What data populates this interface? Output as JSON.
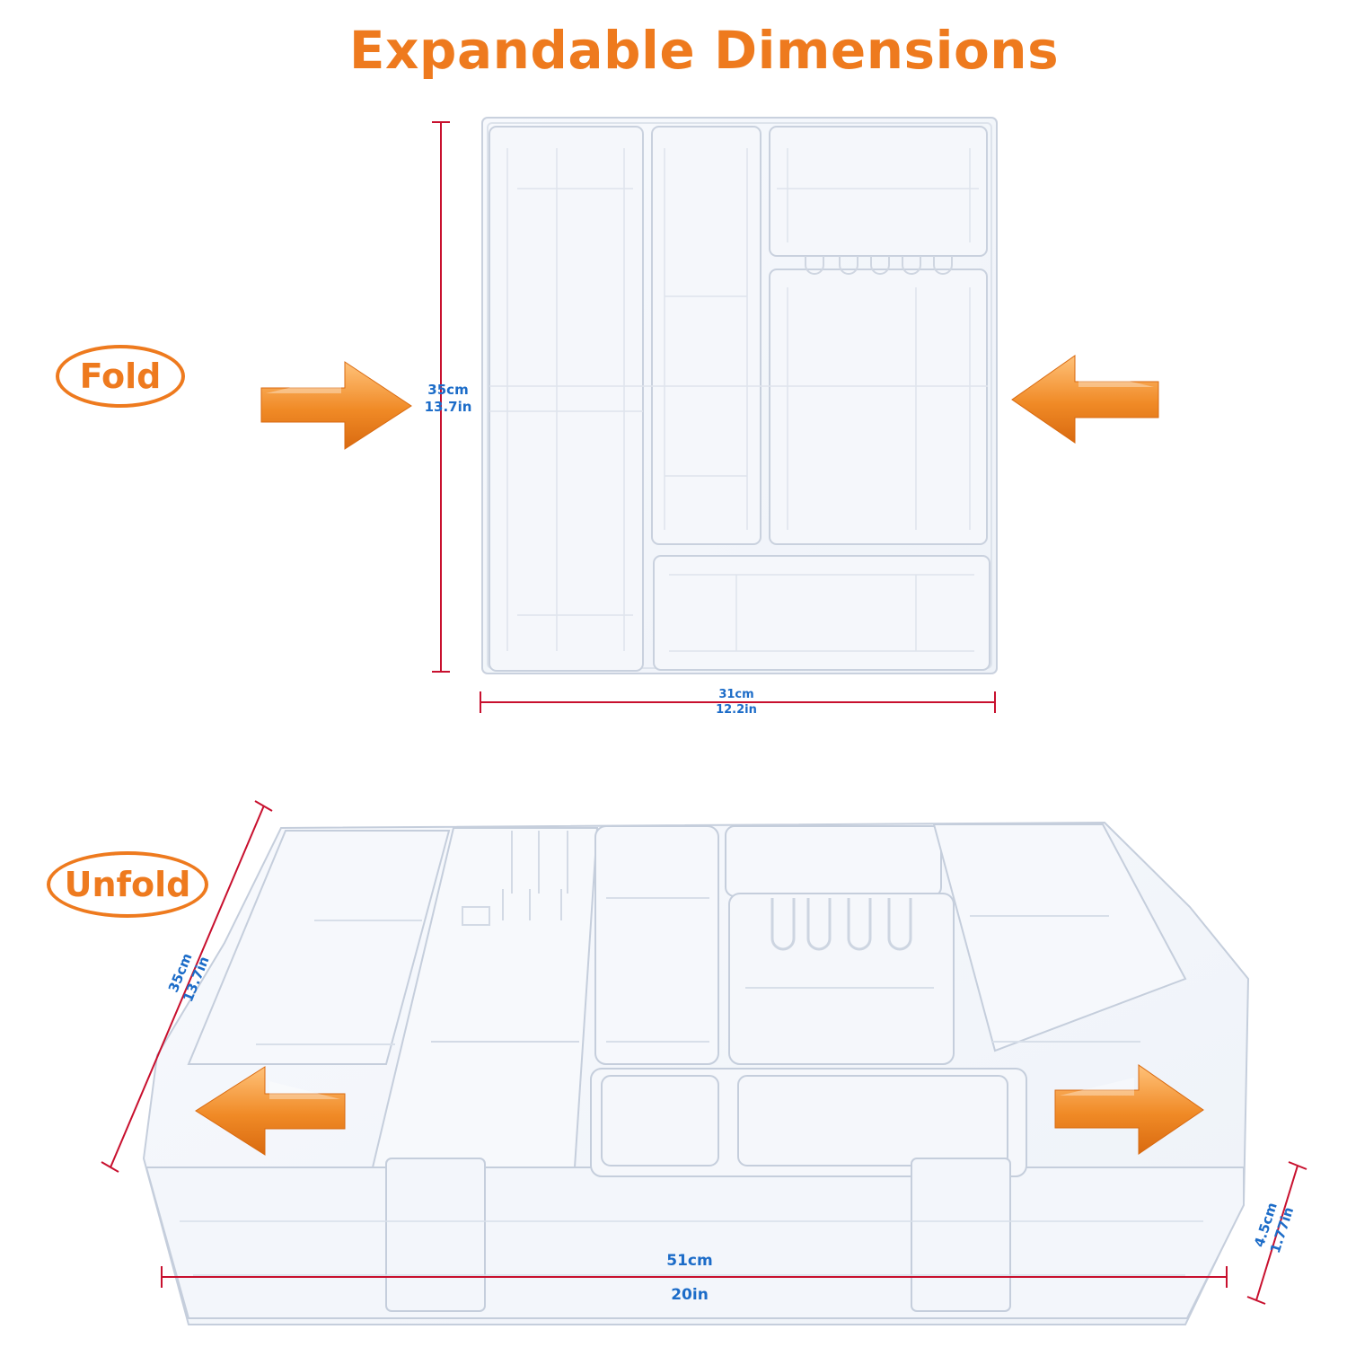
{
  "title": "Expandable Dimensions",
  "states": {
    "fold": "Fold",
    "unfold": "Unfold"
  },
  "dimensions": {
    "fold_height_cm": "35cm",
    "fold_height_in": "13.7in",
    "fold_width_cm": "31cm",
    "fold_width_in": "12.2in",
    "unfold_depth_cm": "35cm",
    "unfold_depth_in": "13.7in",
    "unfold_width_cm": "51cm",
    "unfold_width_in": "20in",
    "height_cm": "4.5cm",
    "height_in": "1.77in"
  },
  "colors": {
    "accent": "#ee7a1e",
    "dimension_text": "#1c6cc8",
    "dimension_line": "#c8102e"
  }
}
